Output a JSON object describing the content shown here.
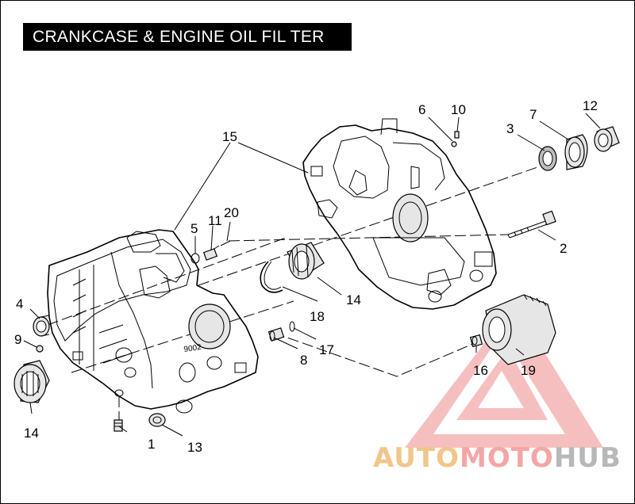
{
  "title": "CRANKCASE & ENGINE OIL FIL TER",
  "callouts": [
    {
      "id": "c1",
      "label": "1"
    },
    {
      "id": "c2",
      "label": "2"
    },
    {
      "id": "c3",
      "label": "3"
    },
    {
      "id": "c4",
      "label": "4"
    },
    {
      "id": "c5",
      "label": "5"
    },
    {
      "id": "c6",
      "label": "6"
    },
    {
      "id": "c7",
      "label": "7"
    },
    {
      "id": "c8",
      "label": "8"
    },
    {
      "id": "c9",
      "label": "9"
    },
    {
      "id": "c10",
      "label": "10"
    },
    {
      "id": "c11",
      "label": "11"
    },
    {
      "id": "c12",
      "label": "12"
    },
    {
      "id": "c13",
      "label": "13"
    },
    {
      "id": "c14a",
      "label": "14"
    },
    {
      "id": "c14b",
      "label": "14"
    },
    {
      "id": "c15",
      "label": "15"
    },
    {
      "id": "c16",
      "label": "16"
    },
    {
      "id": "c17",
      "label": "17"
    },
    {
      "id": "c18",
      "label": "18"
    },
    {
      "id": "c19",
      "label": "19"
    },
    {
      "id": "c20",
      "label": "20"
    }
  ],
  "case_marking": "9002",
  "watermark": {
    "part1": "AUTO",
    "part2": "MOTO",
    "part3": "HUB",
    "colors": {
      "auto": "#f2c58a",
      "moto": "#f4a6a6",
      "hub": "#b8b8b8",
      "triangle": "#f08c8c"
    }
  }
}
